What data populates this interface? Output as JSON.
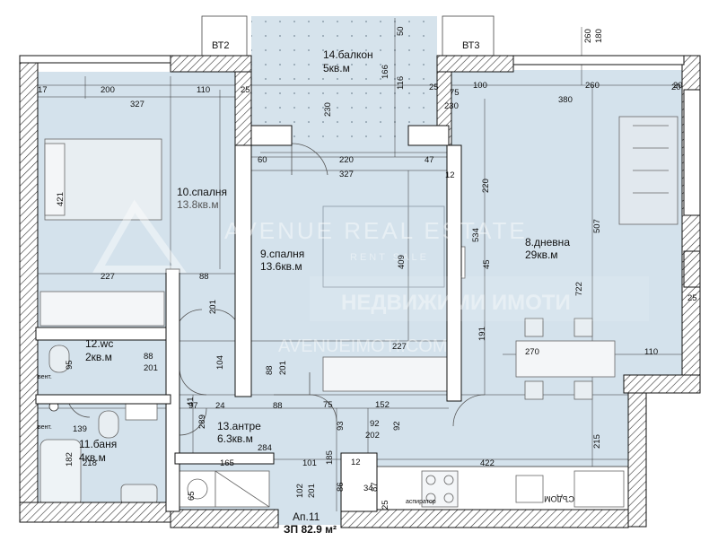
{
  "rooms": [
    {
      "name": "14.балкон",
      "area": "5кв.м"
    },
    {
      "name": "10.спалня",
      "area": "13.8кв.м"
    },
    {
      "name": "9.спалня",
      "area": "13.6кв.м"
    },
    {
      "name": "8.дневна",
      "area": "29кв.м"
    },
    {
      "name": "12.wc",
      "area": "2кв.м"
    },
    {
      "name": "13.антре",
      "area": "6.3кв.м"
    },
    {
      "name": "11.баня",
      "area": "4кв.м"
    }
  ],
  "apartment": {
    "label": "Ап.11",
    "area": "ЗП 82.9 м²"
  },
  "watermark": {
    "line1": "AVENUE REAL ESTATE",
    "line2": "RENT SALE",
    "line3": "НЕДВИЖИМИ ИМОТИ",
    "line4": "AVENUEIMOTI.COM"
  },
  "vents": [
    "ВТ2",
    "ВТ3"
  ],
  "labels": {
    "vent_small": "вент.",
    "aspirator": "аспиратор",
    "sdom": "СЪДОМ"
  },
  "dims": [
    "200",
    "110",
    "327",
    "25",
    "17",
    "421",
    "227",
    "88",
    "201",
    "95",
    "60",
    "220",
    "47",
    "327",
    "409",
    "534",
    "45",
    "191",
    "88",
    "201",
    "104",
    "227",
    "88",
    "201",
    "75",
    "152",
    "92",
    "202",
    "289",
    "284",
    "93",
    "92",
    "41",
    "97",
    "24",
    "88",
    "139",
    "182",
    "218",
    "165",
    "101",
    "185",
    "12",
    "422",
    "65",
    "102",
    "201",
    "86",
    "87",
    "34",
    "25",
    "50",
    "166",
    "116",
    "25",
    "20",
    "230",
    "75",
    "100",
    "230",
    "260",
    "180",
    "380",
    "260",
    "20",
    "507",
    "722",
    "270",
    "110",
    "215",
    "25",
    "220",
    "12"
  ]
}
